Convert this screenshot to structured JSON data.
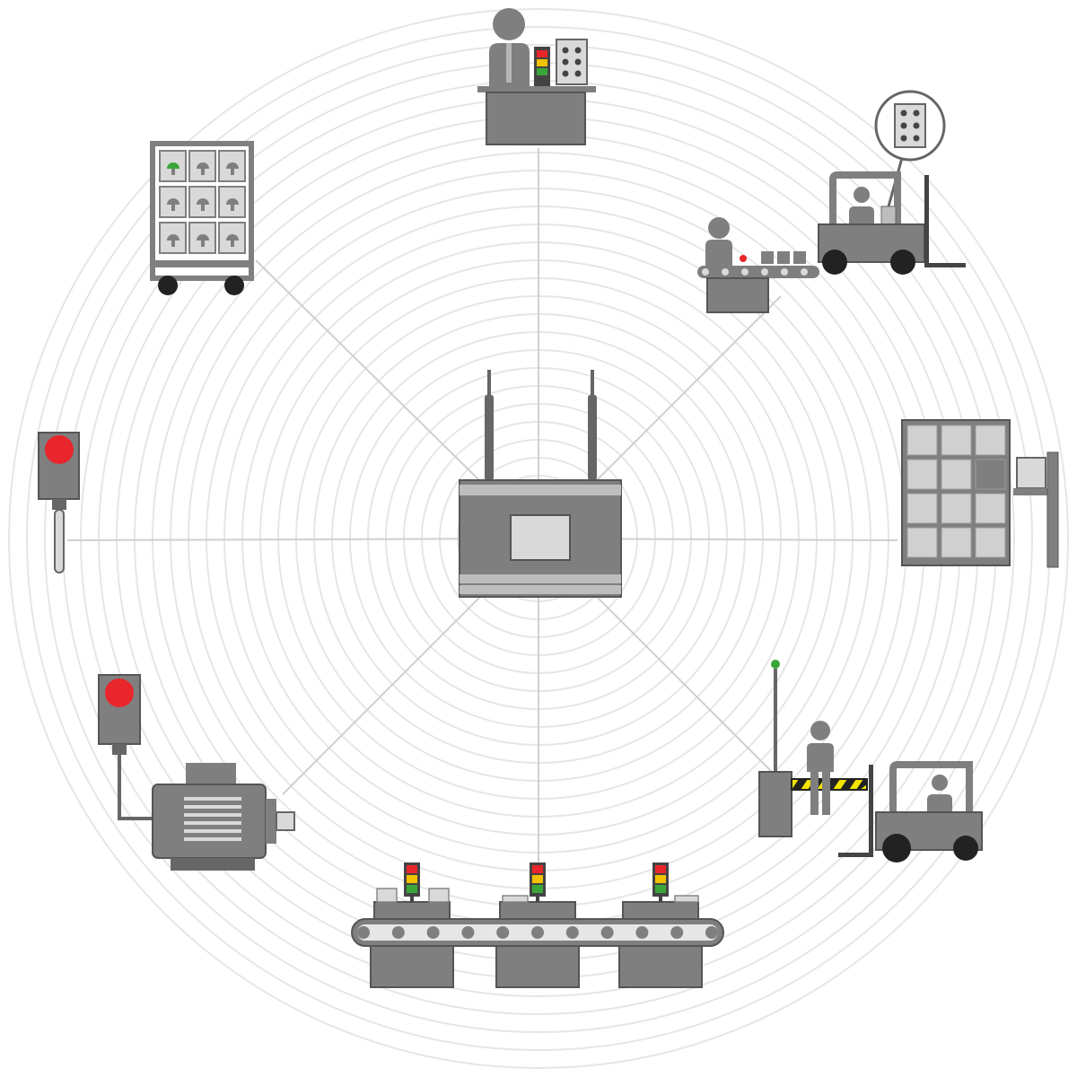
{
  "diagram": {
    "hub": {
      "icon": "wireless-gateway-icon"
    },
    "nodes": [
      {
        "id": "supervisor-desk",
        "icon": "operator-desk-icon"
      },
      {
        "id": "forklift-loading",
        "icon": "forklift-operator-icon"
      },
      {
        "id": "storage-rack",
        "icon": "storage-grid-icon"
      },
      {
        "id": "gate-barrier",
        "icon": "barrier-gate-icon"
      },
      {
        "id": "production-line",
        "icon": "conveyor-line-icon"
      },
      {
        "id": "motor-alarm",
        "icon": "motor-icon"
      },
      {
        "id": "signal-light",
        "icon": "signal-light-icon"
      },
      {
        "id": "parts-cart",
        "icon": "parts-cart-icon"
      }
    ],
    "colors": {
      "device": "#7f7f7f",
      "device_dark": "#555555",
      "device_light": "#b5b5b5",
      "panel": "#d9d9d9",
      "ring": "#e6e6e6",
      "spoke": "#cfcfcf",
      "alarm_red": "#e8262b",
      "status_green": "#3aa63a",
      "status_yellow": "#f2c200",
      "hazard_yellow": "#f2e400"
    }
  }
}
